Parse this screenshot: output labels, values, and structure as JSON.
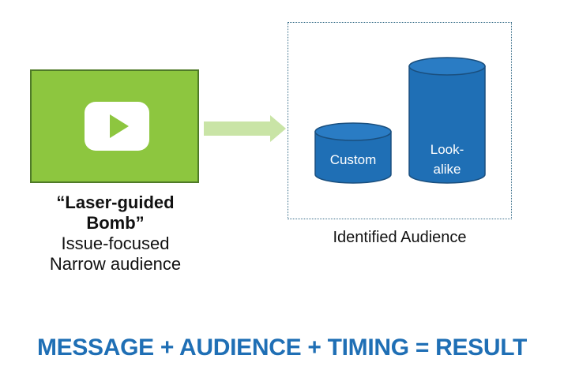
{
  "video": {
    "title_line1": "“Laser-guided",
    "title_line2": "Bomb”",
    "line3": "Issue-focused",
    "line4": "Narrow audience",
    "tile_color": "#8dc63f",
    "icon": "play-button-icon"
  },
  "arrow": {
    "color": "#c9e4a6",
    "icon": "arrow-right-icon"
  },
  "audience": {
    "custom_label": "Custom",
    "lookalike_line1": "Look-",
    "lookalike_line2": "alike",
    "caption": "Identified Audience",
    "cylinder_color": "#1f6fb5"
  },
  "equation": {
    "text": "MESSAGE + AUDIENCE + TIMING = RESULT",
    "color": "#1f6fb5"
  }
}
